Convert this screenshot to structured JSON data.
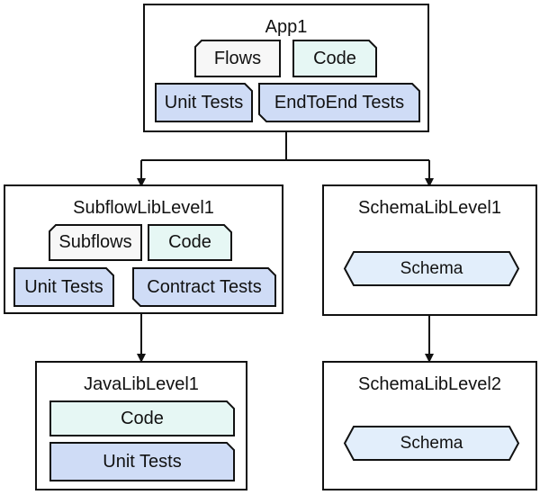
{
  "colors": {
    "stroke": "#111111",
    "artifact_fill": "#f7f7f7",
    "code_fill": "#e6f7f4",
    "test_fill": "#cfdcf6",
    "schema_fill": "#e2eefb"
  },
  "app1": {
    "title": "App1",
    "flows": "Flows",
    "code": "Code",
    "unit_tests": "Unit Tests",
    "e2e_tests": "EndToEnd Tests"
  },
  "subflow_lib": {
    "title": "SubflowLibLevel1",
    "subflows": "Subflows",
    "code": "Code",
    "unit_tests": "Unit Tests",
    "contract_tests": "Contract Tests"
  },
  "schema_lib1": {
    "title": "SchemaLibLevel1",
    "schema": "Schema"
  },
  "java_lib": {
    "title": "JavaLibLevel1",
    "code": "Code",
    "unit_tests": "Unit Tests"
  },
  "schema_lib2": {
    "title": "SchemaLibLevel2",
    "schema": "Schema"
  }
}
